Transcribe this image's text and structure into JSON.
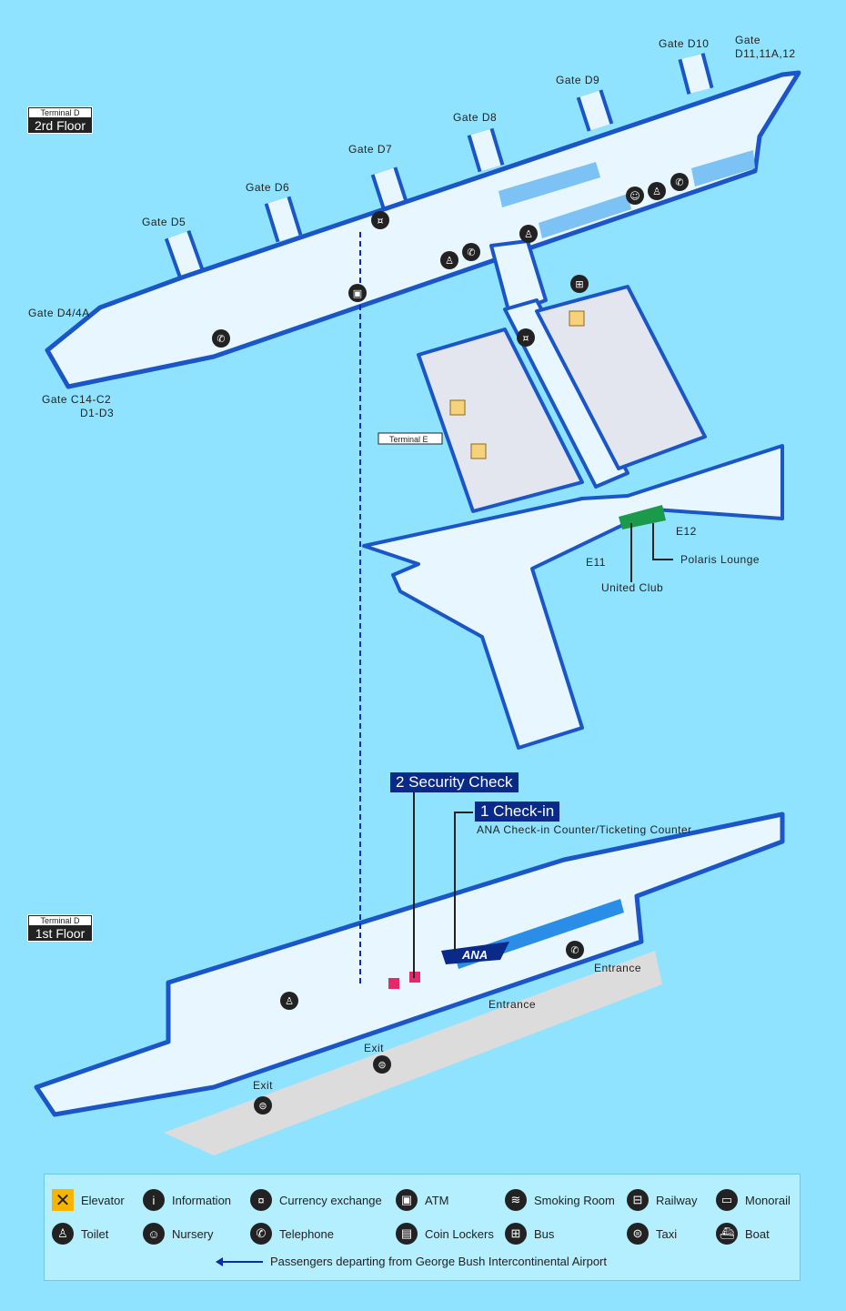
{
  "floors": {
    "upper": {
      "terminal": "Terminal D",
      "floor": "2rd Floor"
    },
    "lower": {
      "terminal": "Terminal D",
      "floor": "1st Floor"
    }
  },
  "gates": {
    "d4": "Gate D4/4A",
    "d5": "Gate D5",
    "d6": "Gate D6",
    "d7": "Gate D7",
    "d8": "Gate D8",
    "d9": "Gate D9",
    "d10": "Gate D10",
    "d11_line1": "Gate",
    "d11_line2": "D11,11A,12",
    "c14_line1": "Gate C14-C2",
    "c14_line2": "D1-D3"
  },
  "terminal_e": {
    "label": "Terminal E",
    "e11": "E11",
    "e12": "E12",
    "united_club": "United Club",
    "polaris": "Polaris Lounge"
  },
  "steps": {
    "security": "2 Security Check",
    "checkin": "1 Check-in",
    "checkin_sub": "ANA Check-in Counter/Ticketing Counter"
  },
  "lower_floor": {
    "ana_logo": "ANA",
    "entrance_1": "Entrance",
    "entrance_2": "Entrance",
    "exit_1": "Exit",
    "exit_2": "Exit"
  },
  "legend": {
    "items": [
      {
        "icon": "elevator-icon",
        "glyph": "✕",
        "label": "Elevator"
      },
      {
        "icon": "information-icon",
        "glyph": "i",
        "label": "Information"
      },
      {
        "icon": "currency-exchange-icon",
        "glyph": "¤",
        "label": "Currency exchange"
      },
      {
        "icon": "atm-icon",
        "glyph": "▣",
        "label": "ATM"
      },
      {
        "icon": "smoking-room-icon",
        "glyph": "≋",
        "label": "Smoking Room"
      },
      {
        "icon": "railway-icon",
        "glyph": "⊟",
        "label": "Railway"
      },
      {
        "icon": "monorail-icon",
        "glyph": "▭",
        "label": "Monorail"
      },
      {
        "icon": "toilet-icon",
        "glyph": "♙",
        "label": "Toilet"
      },
      {
        "icon": "nursery-icon",
        "glyph": "☺",
        "label": "Nursery"
      },
      {
        "icon": "telephone-icon",
        "glyph": "✆",
        "label": "Telephone"
      },
      {
        "icon": "coin-lockers-icon",
        "glyph": "▤",
        "label": "Coin Lockers"
      },
      {
        "icon": "bus-icon",
        "glyph": "⊞",
        "label": "Bus"
      },
      {
        "icon": "taxi-icon",
        "glyph": "⊜",
        "label": "Taxi"
      },
      {
        "icon": "boat-icon",
        "glyph": "⛴",
        "label": "Boat"
      }
    ],
    "note": "Passengers departing from George Bush Intercontinental Airport"
  },
  "colors": {
    "background": "#8fe3ff",
    "wall": "#1a56c8",
    "floor": "#e8f7ff",
    "lounge": "#1a9a4a",
    "route": "#0a2ab0"
  }
}
